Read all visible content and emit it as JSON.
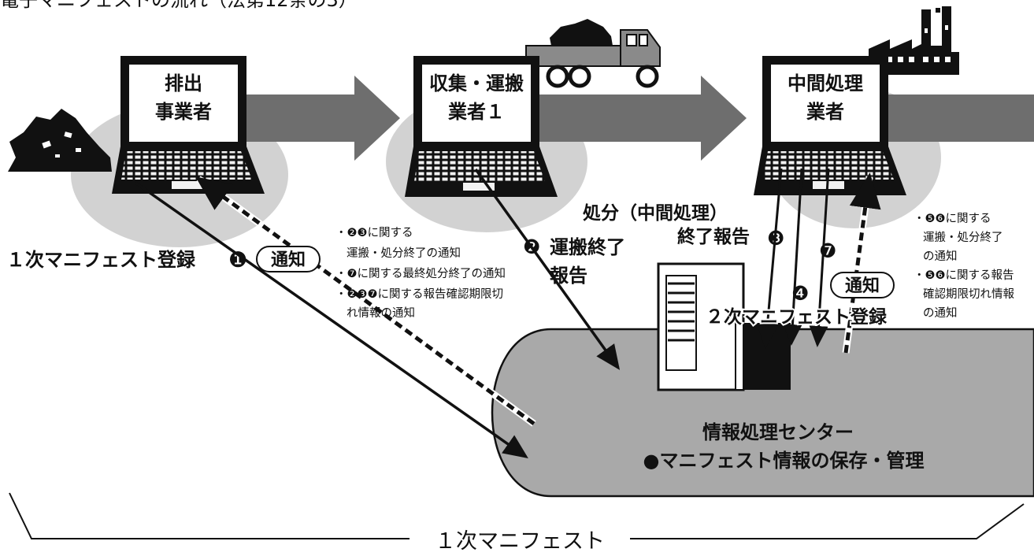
{
  "title": "電子マニフェストの流れ（法第12条の3）",
  "actors": {
    "discharger": [
      "排出",
      "事業者"
    ],
    "collector": [
      "収集・運搬",
      "業者１"
    ],
    "processor": [
      "中間処理",
      "業者"
    ]
  },
  "labels": {
    "first_registration": "１次マニフェスト登録",
    "notify": "通知",
    "transport_end_1": "運搬終了",
    "transport_end_2": "報告",
    "disposal_end_1": "処分（中間処理）",
    "disposal_end_2": "終了報告",
    "second_registration": "２次マニフェスト登録",
    "center_title": "情報処理センター",
    "center_subtitle": "●マニフェスト情報の保存・管理",
    "bracket_label": "１次マニフェスト"
  },
  "step_markers": {
    "step1": "❶",
    "step2": "❷",
    "step3": "❸",
    "step4": "❹",
    "step7": "❼"
  },
  "notes_left": [
    "・❷❸に関する",
    "運搬・処分終了の通知",
    "・❼に関する最終処分終了の通知",
    "・❷❸❼に関する報告確認期限切",
    "れ情報の通知"
  ],
  "notes_right": [
    "・❺❻に関する",
    "運搬・処分終了",
    "の通知",
    "・❺❻に関する報告",
    "確認期限切れ情報",
    "の通知"
  ],
  "colors": {
    "ink": "#111111",
    "flow_arrow": "#6e6e6e",
    "pad": "#d2d2d2",
    "center": "#a9a9a9"
  }
}
